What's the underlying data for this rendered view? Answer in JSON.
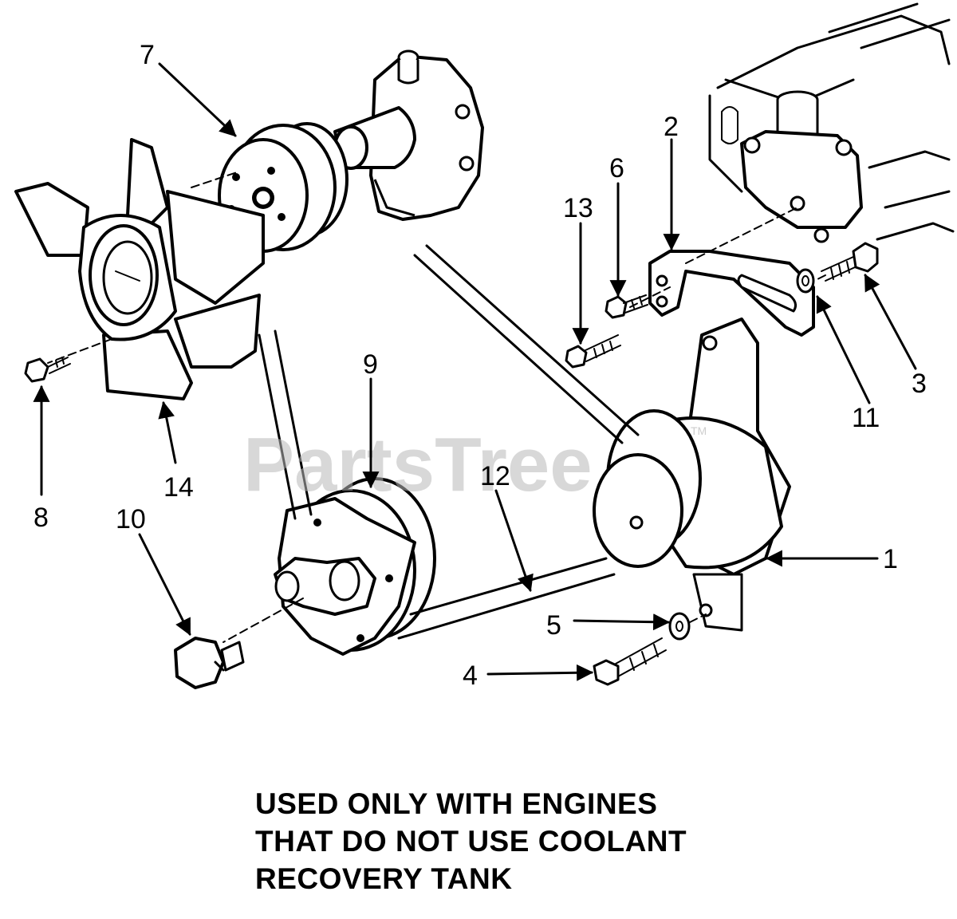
{
  "watermark": {
    "text": "PartsTree",
    "tm": "TM"
  },
  "callouts": {
    "c1": "1",
    "c2": "2",
    "c3": "3",
    "c4": "4",
    "c5": "5",
    "c6": "6",
    "c7": "7",
    "c8": "8",
    "c9": "9",
    "c10": "10",
    "c11": "11",
    "c12": "12",
    "c13": "13",
    "c14": "14"
  },
  "note": {
    "line1": "USED ONLY WITH ENGINES",
    "line2": "THAT DO NOT USE COOLANT",
    "line3": "RECOVERY TANK"
  }
}
